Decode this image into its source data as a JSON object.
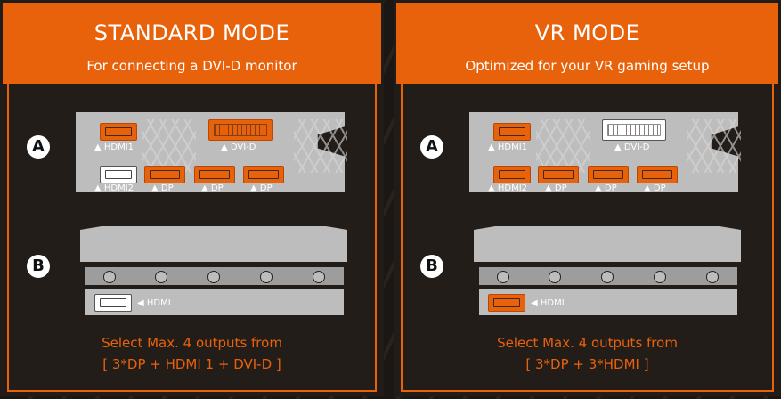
{
  "standard": {
    "title": "STANDARD MODE",
    "subtitle": "For connecting a DVI-D monitor",
    "marker_a": "A",
    "marker_b": "B",
    "ports": {
      "hdmi1": "HDMI1",
      "hdmi2": "HDMI2",
      "dvid": "DVI-D",
      "dp1": "DP",
      "dp2": "DP",
      "dp3": "DP",
      "hdmi_b": "HDMI"
    },
    "footer_line1": "Select Max. 4 outputs from",
    "footer_line2": "[ 3*DP + HDMI 1 + DVI-D ]"
  },
  "vr": {
    "title": "VR MODE",
    "subtitle": "Optimized for your VR gaming setup",
    "marker_a": "A",
    "marker_b": "B",
    "ports": {
      "hdmi1": "HDMI1",
      "hdmi2": "HDMI2",
      "dvid": "DVI-D",
      "dp1": "DP",
      "dp2": "DP",
      "dp3": "DP",
      "hdmi_b": "HDMI"
    },
    "footer_line1": "Select Max. 4 outputs from",
    "footer_line2": "[ 3*DP + 3*HDMI ]"
  },
  "colors": {
    "accent": "#e8620c",
    "panel_bg": "#221c19",
    "port_active": "#e8620c",
    "port_inactive": "#ffffff",
    "bracket": "#bdbdbd"
  }
}
